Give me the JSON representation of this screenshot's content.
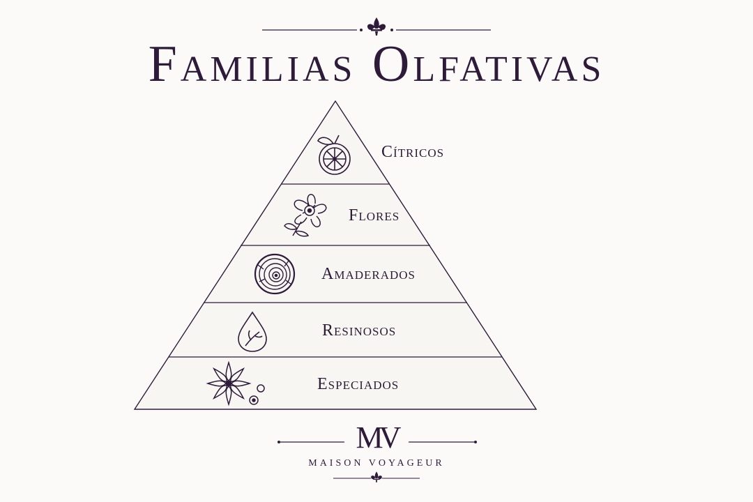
{
  "title": "Familias Olfativas",
  "tiers": [
    {
      "label": "Cítricos",
      "icon": "citrus-icon"
    },
    {
      "label": "Flores",
      "icon": "flower-icon"
    },
    {
      "label": "Amaderados",
      "icon": "wood-rings-icon"
    },
    {
      "label": "Resinosos",
      "icon": "resin-drop-icon"
    },
    {
      "label": "Especiados",
      "icon": "star-anise-icon"
    }
  ],
  "brand": {
    "monogram": "MV",
    "name": "MAISON VOYAGEUR",
    "logo_icon": "fleur-de-lis-icon"
  },
  "colors": {
    "ink": "#2e1b3a",
    "background": "#fbfaf8",
    "pyramid_fill": "#f8f6f3"
  }
}
